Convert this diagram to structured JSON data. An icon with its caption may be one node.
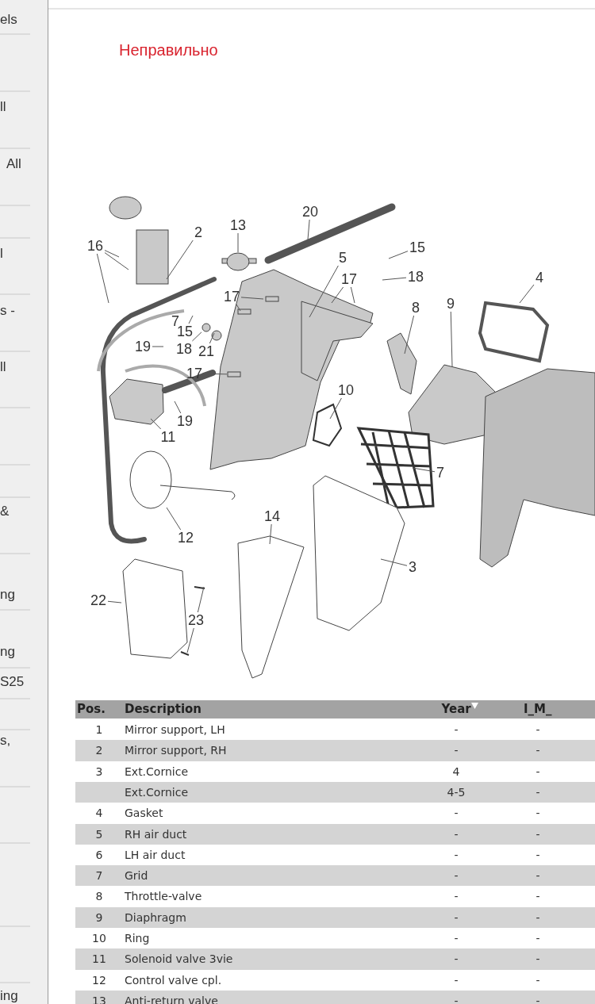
{
  "diagram": {
    "title": "Неправильно",
    "nodes": [
      {
        "text": [
          "20"
        ]
      },
      {
        "text": [
          "13"
        ]
      },
      {
        "text": [
          "2"
        ]
      },
      {
        "text": [
          "16"
        ]
      },
      {
        "text": [
          "15"
        ]
      },
      {
        "text": [
          "5"
        ]
      },
      {
        "text": [
          "18"
        ]
      },
      {
        "text": [
          "17"
        ]
      },
      {
        "text": [
          "4"
        ]
      },
      {
        "text": [
          "17"
        ]
      },
      {
        "text": [
          "9"
        ]
      },
      {
        "text": [
          "8"
        ]
      },
      {
        "text": [
          "15"
        ]
      },
      {
        "text": [
          "19"
        ]
      },
      {
        "text": [
          "18"
        ]
      },
      {
        "text": [
          "21"
        ]
      },
      {
        "text": [
          "17"
        ]
      },
      {
        "text": [
          "10"
        ]
      },
      {
        "text": [
          "19"
        ]
      },
      {
        "text": [
          "11"
        ]
      },
      {
        "text": [
          "7"
        ]
      },
      {
        "text": [
          "12"
        ]
      },
      {
        "text": [
          "14"
        ]
      },
      {
        "text": [
          "3"
        ]
      },
      {
        "text": [
          "22"
        ]
      },
      {
        "text": [
          "23"
        ]
      },
      {
        "text": [],
        "shape": "circle"
      },
      {
        "text": [],
        "shape": "circle"
      },
      {
        "text": [],
        "shape": "box"
      }
    ],
    "edges": [
      {
        "from": 0,
        "to": null,
        "arrow": "none"
      },
      {
        "from": 1,
        "to": 26,
        "arrow": "none"
      },
      {
        "from": 2,
        "to": null,
        "arrow": "none"
      },
      {
        "from": 3,
        "to": null,
        "arrow": "none"
      },
      {
        "from": 3,
        "to": null,
        "arrow": "none"
      },
      {
        "from": 3,
        "to": null,
        "arrow": "none"
      },
      {
        "from": 4,
        "to": null,
        "arrow": "none"
      },
      {
        "from": 5,
        "to": null,
        "arrow": "none"
      },
      {
        "from": 6,
        "to": null,
        "arrow": "none"
      },
      {
        "from": 7,
        "to": null,
        "arrow": "none"
      },
      {
        "from": 7,
        "to": null,
        "arrow": "none"
      },
      {
        "from": 8,
        "to": null,
        "arrow": "none"
      },
      {
        "from": 9,
        "to": null,
        "arrow": "none"
      },
      {
        "from": 9,
        "to": null,
        "arrow": "none"
      },
      {
        "from": 10,
        "to": null,
        "arrow": "none"
      },
      {
        "from": 11,
        "to": null,
        "arrow": "none"
      },
      {
        "from": 12,
        "to": null,
        "arrow": "none"
      },
      {
        "from": 13,
        "to": null,
        "arrow": "none"
      },
      {
        "from": 14,
        "to": 27,
        "arrow": "none"
      },
      {
        "from": 15,
        "to": null,
        "arrow": "none"
      },
      {
        "from": 16,
        "to": 28,
        "arrow": "none"
      },
      {
        "from": 17,
        "to": null,
        "arrow": "none"
      },
      {
        "from": 18,
        "to": null,
        "arrow": "none"
      },
      {
        "from": 19,
        "to": null,
        "arrow": "none"
      },
      {
        "from": 20,
        "to": null,
        "arrow": "none"
      },
      {
        "from": 21,
        "to": null,
        "arrow": "none"
      },
      {
        "from": 22,
        "to": null,
        "arrow": "none"
      },
      {
        "from": 23,
        "to": null,
        "arrow": "none"
      },
      {
        "from": 24,
        "to": null,
        "arrow": "none"
      },
      {
        "from": 25,
        "to": null,
        "arrow": "none"
      },
      {
        "from": 25,
        "to": null,
        "arrow": "none"
      }
    ],
    "labels": [
      "els",
      "ll",
      "All",
      "l",
      "s -",
      "ll",
      "&",
      "ng",
      "ng",
      "S25",
      "s,",
      "ing",
      "7",
      "Pos.",
      "Description",
      "Year",
      "I_M_",
      "1",
      "Mirror support, LH",
      "-",
      "-",
      "2",
      "Mirror support, RH",
      "-",
      "-",
      "3",
      "Ext.Cornice",
      "4",
      "-",
      "Ext.Cornice",
      "4-5",
      "-",
      "4",
      "Gasket",
      "-",
      "-",
      "5",
      "RH air duct",
      "-",
      "-",
      "6",
      "LH air duct",
      "-",
      "-",
      "7",
      "Grid",
      "-",
      "-",
      "8",
      "Throttle-valve",
      "-",
      "-",
      "9",
      "Diaphragm",
      "-",
      "-",
      "10",
      "Ring",
      "-",
      "-",
      "11",
      "Solenoid valve 3vie",
      "-",
      "-",
      "12",
      "Control valve cpl.",
      "-",
      "-",
      "13",
      "Anti-return valve",
      "-",
      "-"
    ]
  }
}
